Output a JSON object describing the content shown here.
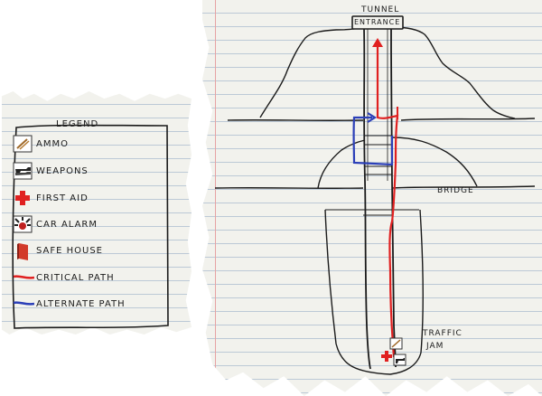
{
  "legend": {
    "title": "LEGEND",
    "items": [
      {
        "key": "ammo",
        "label": "AMMO",
        "icon": "ammo-icon"
      },
      {
        "key": "weapons",
        "label": "WEAPONS",
        "icon": "weapons-icon"
      },
      {
        "key": "first_aid",
        "label": "FIRST AID",
        "icon": "first-aid-icon"
      },
      {
        "key": "car_alarm",
        "label": "CAR ALARM",
        "icon": "car-alarm-icon"
      },
      {
        "key": "safe_house",
        "label": "SAFE HOUSE",
        "icon": "safe-house-icon"
      },
      {
        "key": "critical_path",
        "label": "CRITICAL PATH",
        "icon": "critical-path-line"
      },
      {
        "key": "alternate_path",
        "label": "ALTERNATE PATH",
        "icon": "alternate-path-line"
      }
    ]
  },
  "map": {
    "tunnel_label": "TUNNEL",
    "entrance_label": "ENTRANCE",
    "bridge_label": "BRIDGE",
    "traffic_label": "TRAFFIC",
    "jam_label": "JAM"
  },
  "colors": {
    "critical_path": "#e02020",
    "alternate_path": "#2b3fb8",
    "first_aid": "#e02020",
    "safe_house": "#d23a2a",
    "ink": "#1b1b1b"
  }
}
